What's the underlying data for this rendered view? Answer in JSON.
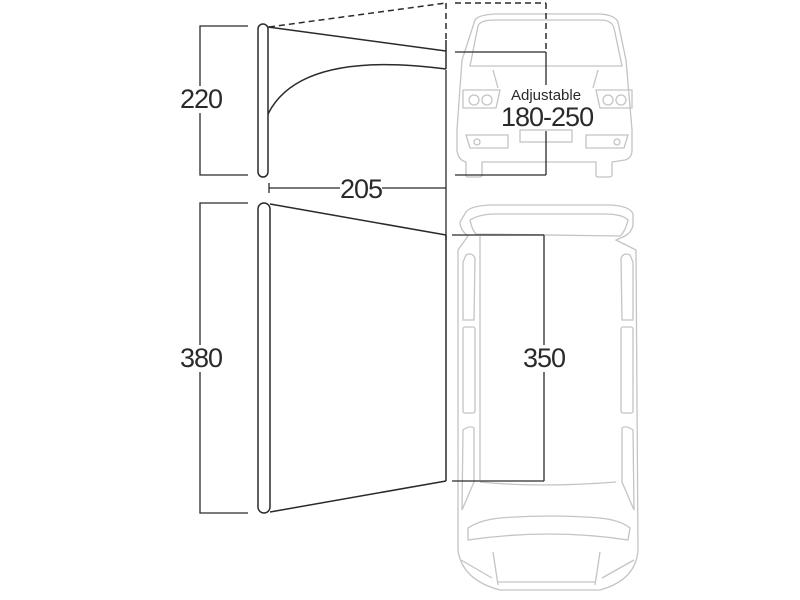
{
  "diagram": {
    "type": "awning dimension drawing",
    "colors": {
      "line": "#2a2a2a",
      "vehicle": "#c4c4c4",
      "background": "#ffffff"
    },
    "side_view": {
      "height_label": "220",
      "width_label": "205"
    },
    "rear_view": {
      "caption": "Adjustable",
      "height_range_label": "180-250"
    },
    "plan_view": {
      "length_label": "380",
      "attachment_length_label": "350"
    }
  }
}
